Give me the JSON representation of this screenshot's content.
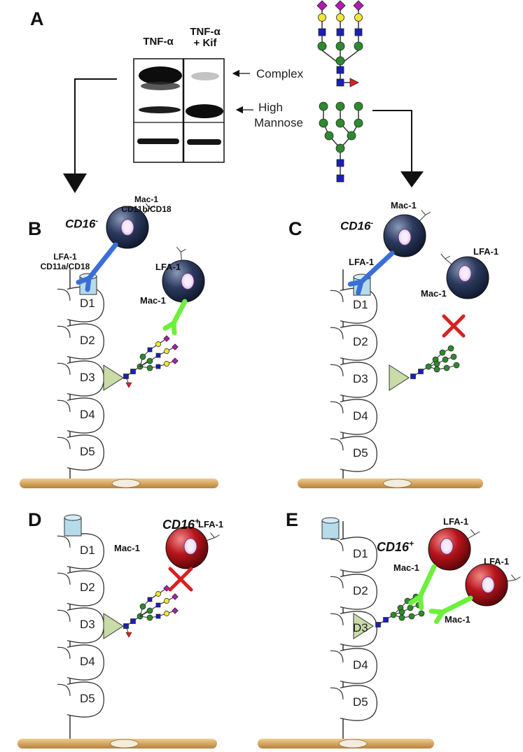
{
  "panels": {
    "a": "A",
    "b": "B",
    "c": "C",
    "d": "D",
    "e": "E"
  },
  "blot": {
    "lane1": "TNF-α",
    "lane2_line1": "TNF-α",
    "lane2_line2": "+ Kif",
    "complex": "Complex",
    "high_line1": "High",
    "high_line2": "Mannose"
  },
  "labels": {
    "mac1": "Mac-1",
    "lfa1": "LFA-1",
    "cd11b": "CD11b/CD18",
    "cd11a": "CD11a/CD18",
    "cd16_neg": "CD16",
    "cd16_pos": "CD16",
    "sup_neg": "-",
    "sup_pos": "+"
  },
  "domains": [
    "D1",
    "D2",
    "D3",
    "D4",
    "D5"
  ],
  "colors": {
    "monocyte_neg": "#1c2a4a",
    "monocyte_pos": "#9e0e14",
    "lfa1_receptor": "#3a6fd8",
    "mac1_receptor": "#6df03c",
    "mannose": "#2e8a2e",
    "glcnac": "#1a1fb8",
    "galactose": "#f2e534",
    "sialic_acid": "#b21ab2",
    "fucose": "#e02020",
    "endothelium": "#d9a35c"
  }
}
